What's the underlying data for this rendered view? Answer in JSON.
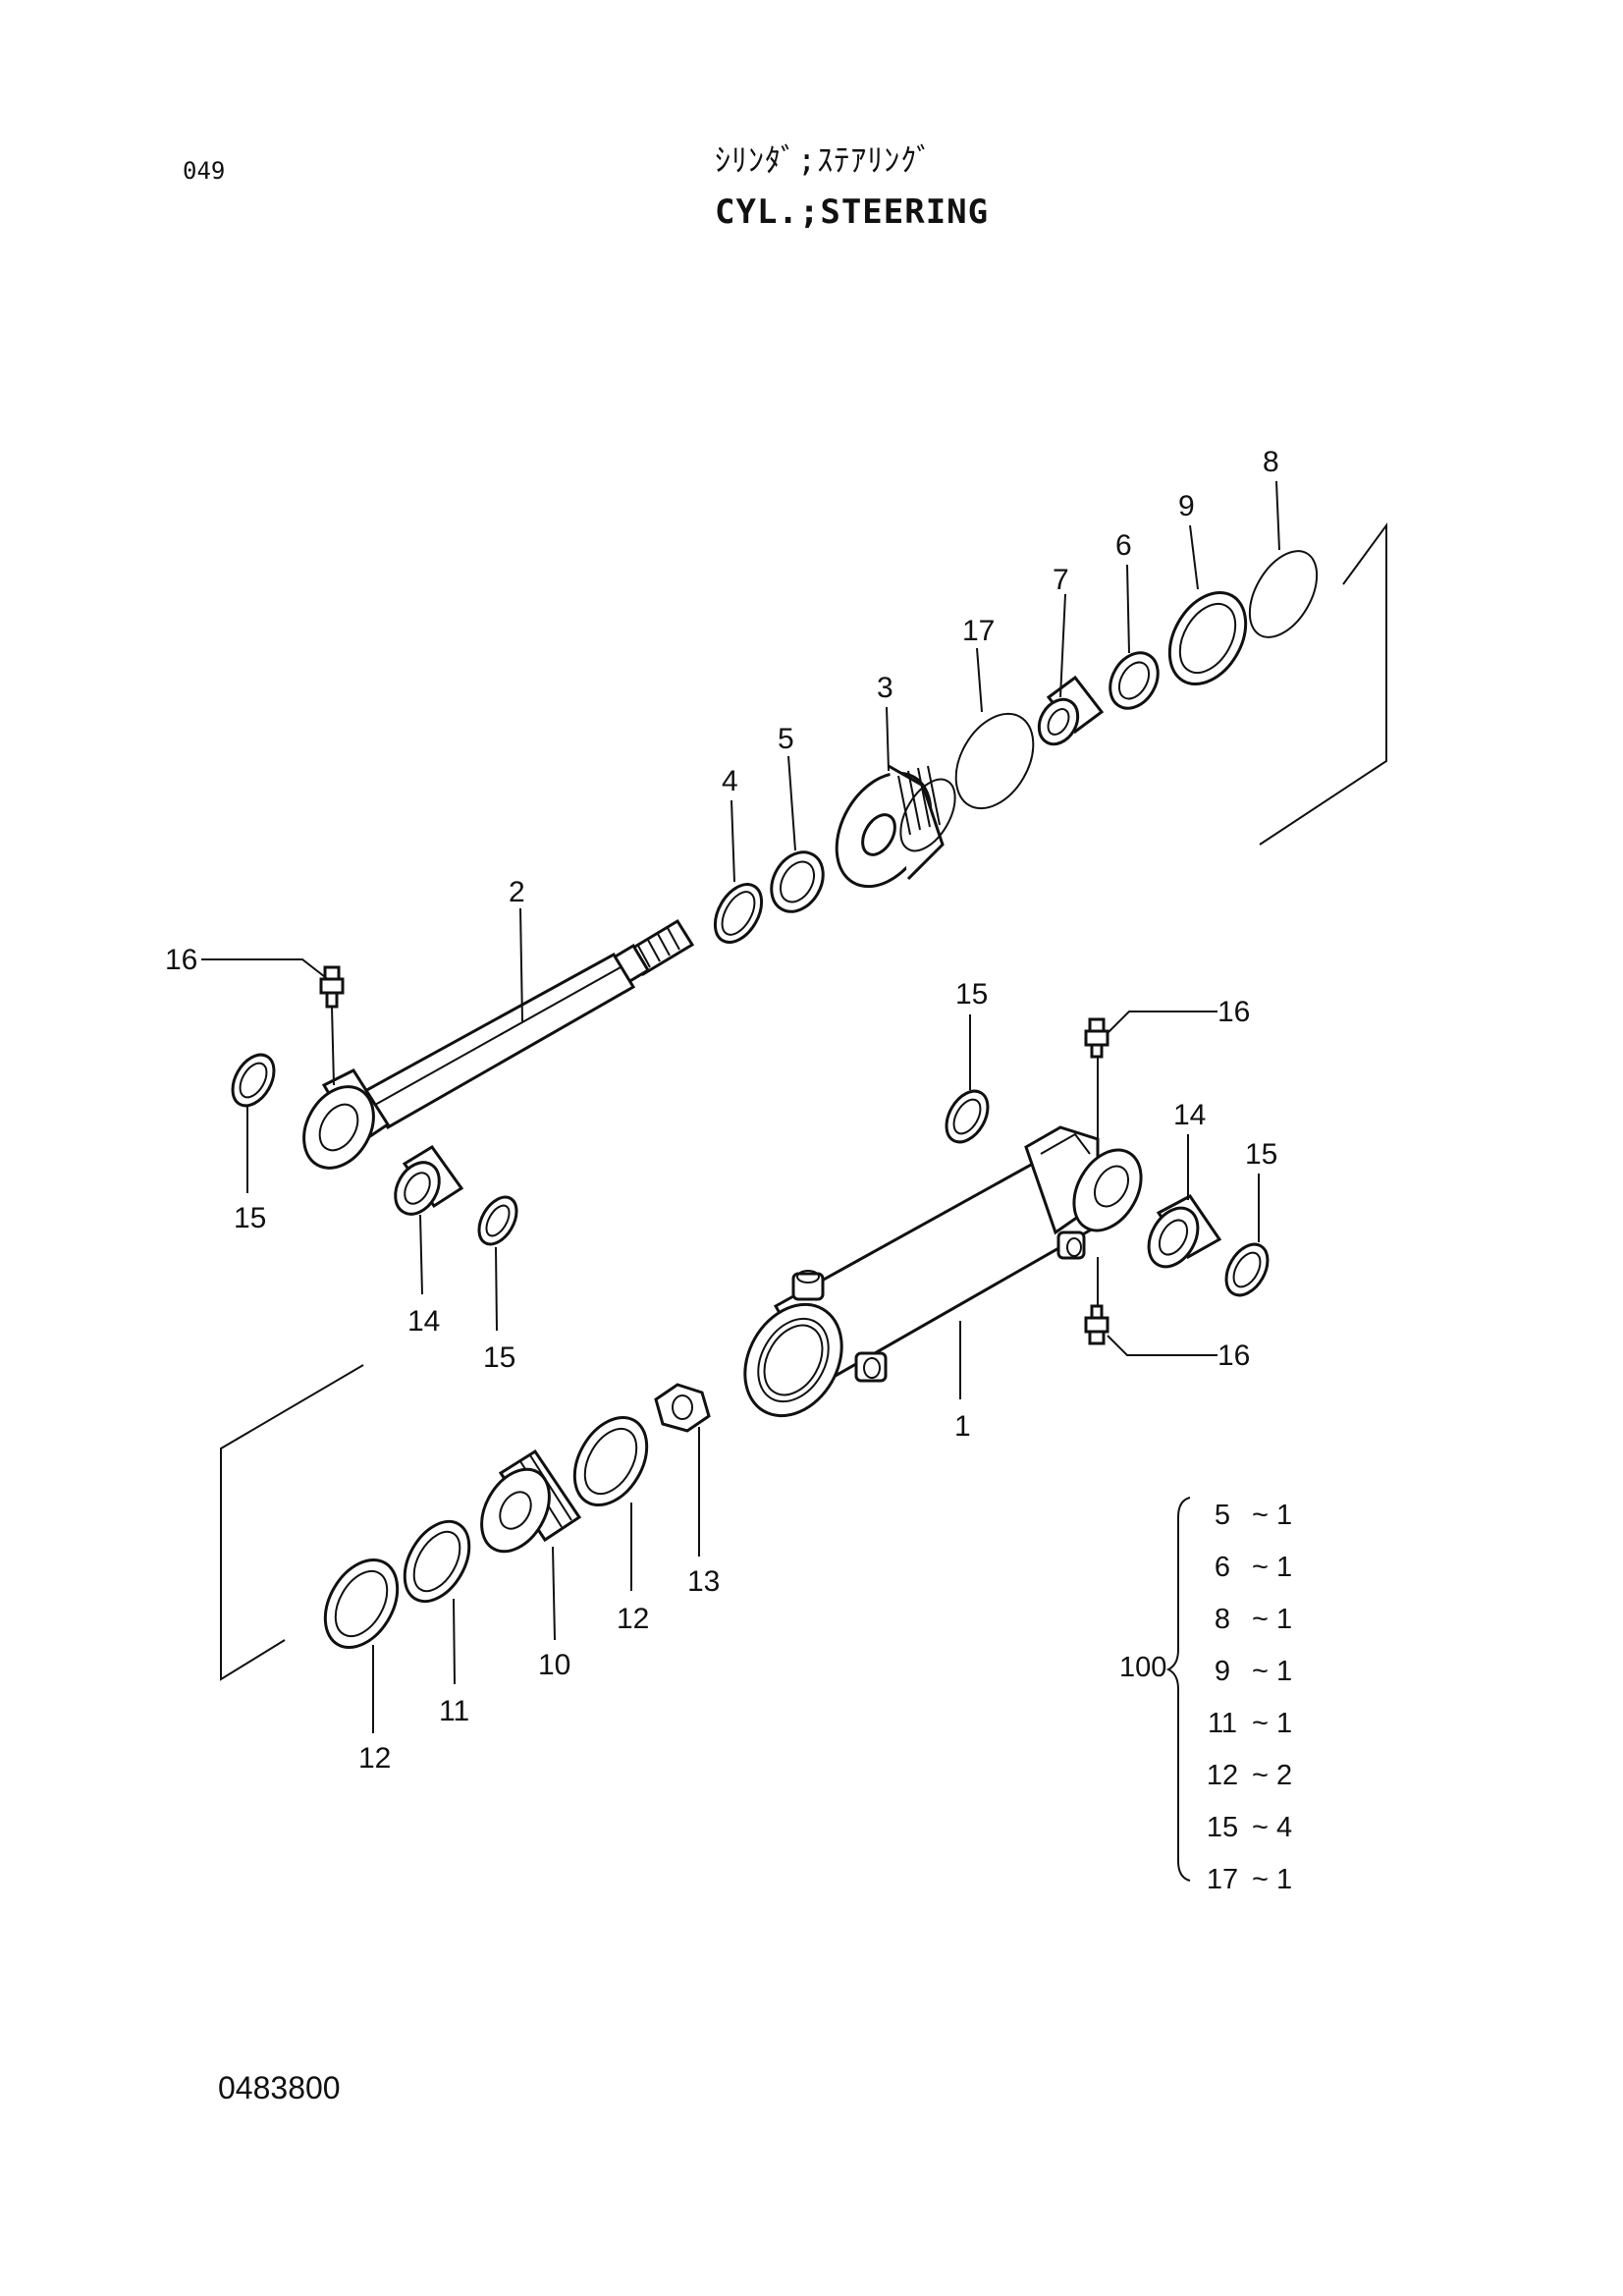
{
  "page": {
    "page_number": "049",
    "title_jp": "ｼﾘﾝﾀﾞ;ｽﾃｱﾘﾝｸﾞ",
    "title_en": "CYL.;STEERING",
    "drawing_number": "0483800"
  },
  "callouts": [
    {
      "id": "c8",
      "label": "8"
    },
    {
      "id": "c9",
      "label": "9"
    },
    {
      "id": "c6",
      "label": "6"
    },
    {
      "id": "c7",
      "label": "7"
    },
    {
      "id": "c17",
      "label": "17"
    },
    {
      "id": "c3",
      "label": "3"
    },
    {
      "id": "c5",
      "label": "5"
    },
    {
      "id": "c4",
      "label": "4"
    },
    {
      "id": "c2",
      "label": "2"
    },
    {
      "id": "c16a",
      "label": "16"
    },
    {
      "id": "c15a",
      "label": "15"
    },
    {
      "id": "c14a",
      "label": "14"
    },
    {
      "id": "c15b",
      "label": "15"
    },
    {
      "id": "c15c",
      "label": "15"
    },
    {
      "id": "c16b",
      "label": "16"
    },
    {
      "id": "c14b",
      "label": "14"
    },
    {
      "id": "c15d",
      "label": "15"
    },
    {
      "id": "c16c",
      "label": "16"
    },
    {
      "id": "c1",
      "label": "1"
    },
    {
      "id": "c13",
      "label": "13"
    },
    {
      "id": "c12a",
      "label": "12"
    },
    {
      "id": "c10",
      "label": "10"
    },
    {
      "id": "c11",
      "label": "11"
    },
    {
      "id": "c12b",
      "label": "12"
    }
  ],
  "kit": {
    "label": "100",
    "items": [
      {
        "part": "5",
        "qty": "1"
      },
      {
        "part": "6",
        "qty": "1"
      },
      {
        "part": "8",
        "qty": "1"
      },
      {
        "part": "9",
        "qty": "1"
      },
      {
        "part": "11",
        "qty": "1"
      },
      {
        "part": "12",
        "qty": "2"
      },
      {
        "part": "15",
        "qty": "4"
      },
      {
        "part": "17",
        "qty": "1"
      }
    ]
  }
}
